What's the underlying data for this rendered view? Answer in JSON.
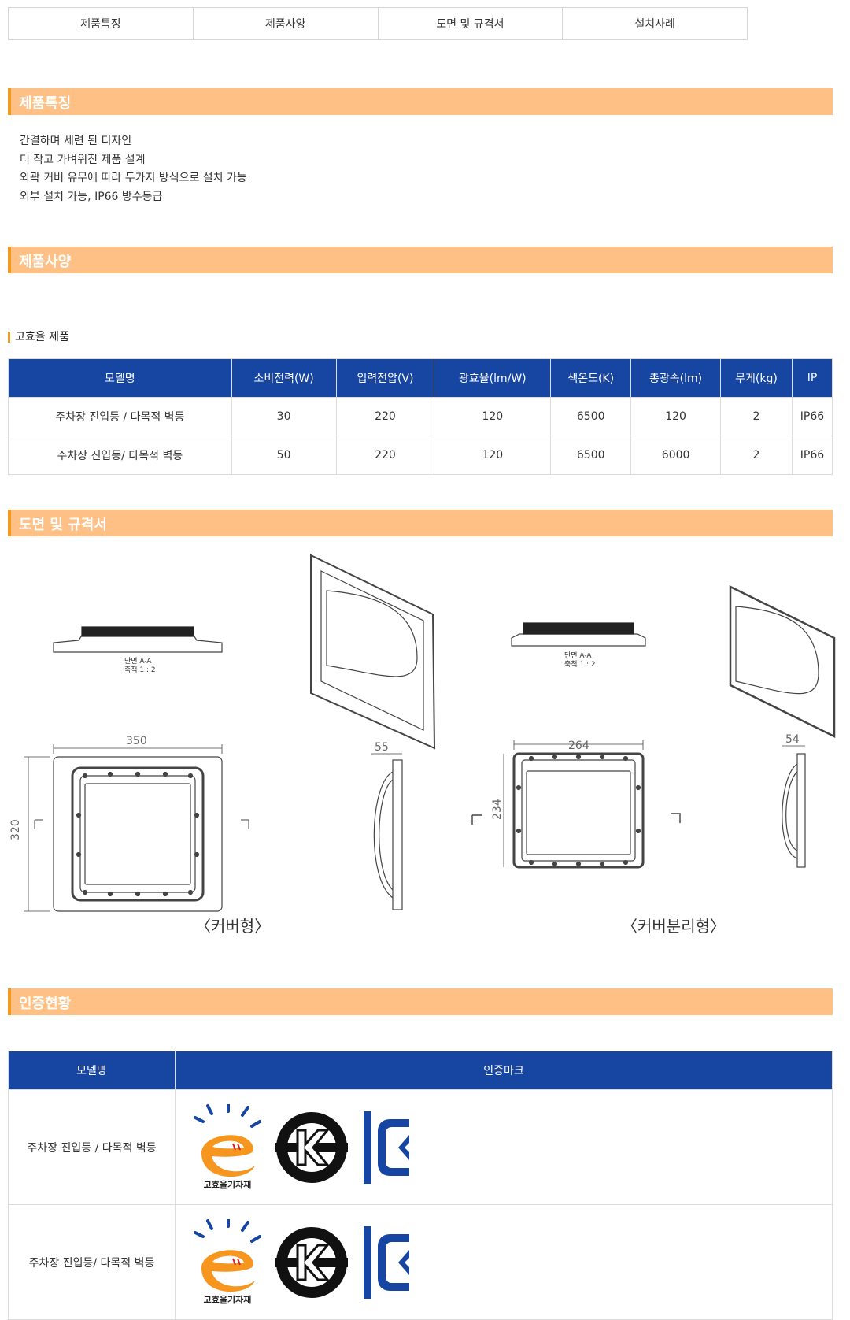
{
  "tabs": [
    "제품특징",
    "제품사양",
    "도면 및 규격서",
    "설치사례"
  ],
  "sections": {
    "features": "제품특징",
    "specs": "제품사양",
    "drawings": "도면 및 규격서",
    "certs": "인증현황"
  },
  "features_list": [
    "간결하며 세련 된 디자인",
    "더 작고 가벼워진 제품 설계",
    "외곽 커버 유무에 따라 두가지 방식으로 설치 가능",
    "외부 설치 가능, IP66 방수등급"
  ],
  "spec_subtitle": "고효율 제품",
  "spec_table": {
    "headers": [
      "모델명",
      "소비전력(W)",
      "입력전압(V)",
      "광효율(lm/W)",
      "색온도(K)",
      "총광속(lm)",
      "무게(kg)",
      "IP"
    ],
    "rows": [
      [
        "주차장 진입등 / 다목적 벽등",
        "30",
        "220",
        "120",
        "6500",
        "120",
        "2",
        "IP66"
      ],
      [
        "주차장 진입등/ 다목적 벽등",
        "50",
        "220",
        "120",
        "6500",
        "6000",
        "2",
        "IP66"
      ]
    ]
  },
  "drawing": {
    "section_label": "단면 A-A",
    "scale_label": "축척 1 : 2",
    "left": {
      "width": "350",
      "height": "320",
      "depth": "55",
      "caption": "〈커버형〉"
    },
    "right": {
      "width": "264",
      "height": "234",
      "depth": "54",
      "caption": "〈커버분리형〉"
    }
  },
  "cert_table": {
    "headers": [
      "모델명",
      "인증마크"
    ],
    "rows": [
      {
        "name": "주차장 진입등 / 다목적 벽등"
      },
      {
        "name": "주차장 진입등/ 다목적 벽등"
      }
    ],
    "mark_text": "고효율기자재"
  },
  "colors": {
    "accent": "#f39a1e",
    "bar": "#fec084",
    "header": "#1746a2",
    "kc": "#1746a2"
  }
}
